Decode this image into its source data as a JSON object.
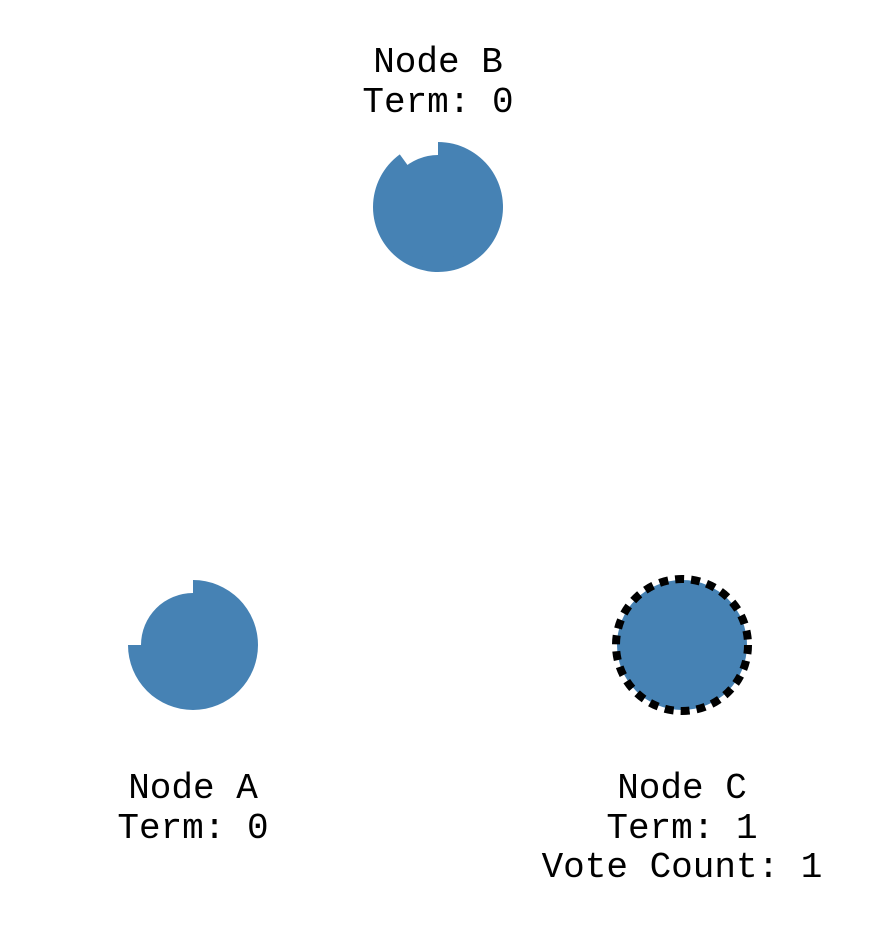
{
  "colors": {
    "node_fill": "#4682b4",
    "candidate_ring": "#000000",
    "background": "#ffffff"
  },
  "nodes": [
    {
      "id": "B",
      "name": "Node B",
      "term": "Term: 0",
      "vote_count": null,
      "state": "follower",
      "timeout_progress": 0.9
    },
    {
      "id": "A",
      "name": "Node A",
      "term": "Term: 0",
      "vote_count": null,
      "state": "follower",
      "timeout_progress": 0.75
    },
    {
      "id": "C",
      "name": "Node C",
      "term": "Term: 1",
      "vote_count": "Vote Count: 1",
      "state": "candidate",
      "timeout_progress": 1.0
    }
  ]
}
